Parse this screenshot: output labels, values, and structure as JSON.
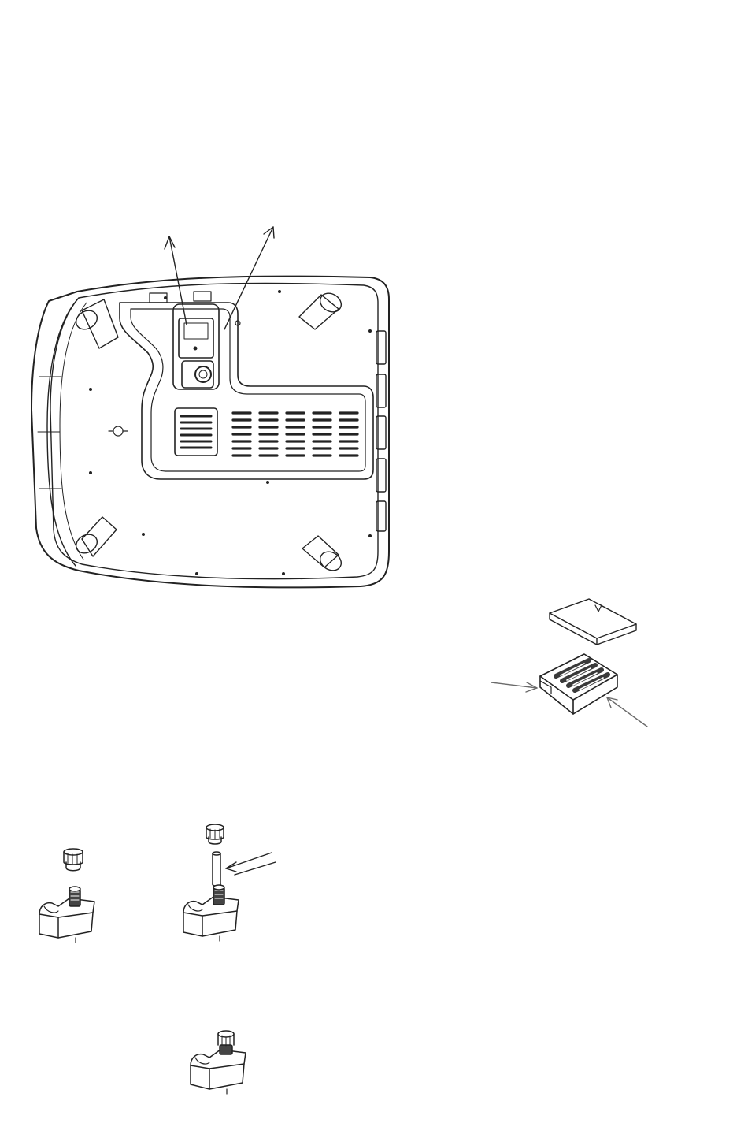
{
  "figures": [
    {
      "name": "device-underside-view",
      "icon": "appliance-bottom-outline"
    },
    {
      "name": "battery-box-assembly",
      "icon": "battery-holder-with-cover"
    },
    {
      "name": "foot-parts-separate",
      "icon": "foot-base-and-cap"
    },
    {
      "name": "foot-parts-with-pin",
      "icon": "foot-base-pin-and-cap"
    },
    {
      "name": "foot-assembled",
      "icon": "foot-assembled"
    }
  ],
  "colors": {
    "line": "#222222",
    "light": "#6a6a6a",
    "fill": "#ffffff",
    "dark": "#3a3a3a"
  }
}
